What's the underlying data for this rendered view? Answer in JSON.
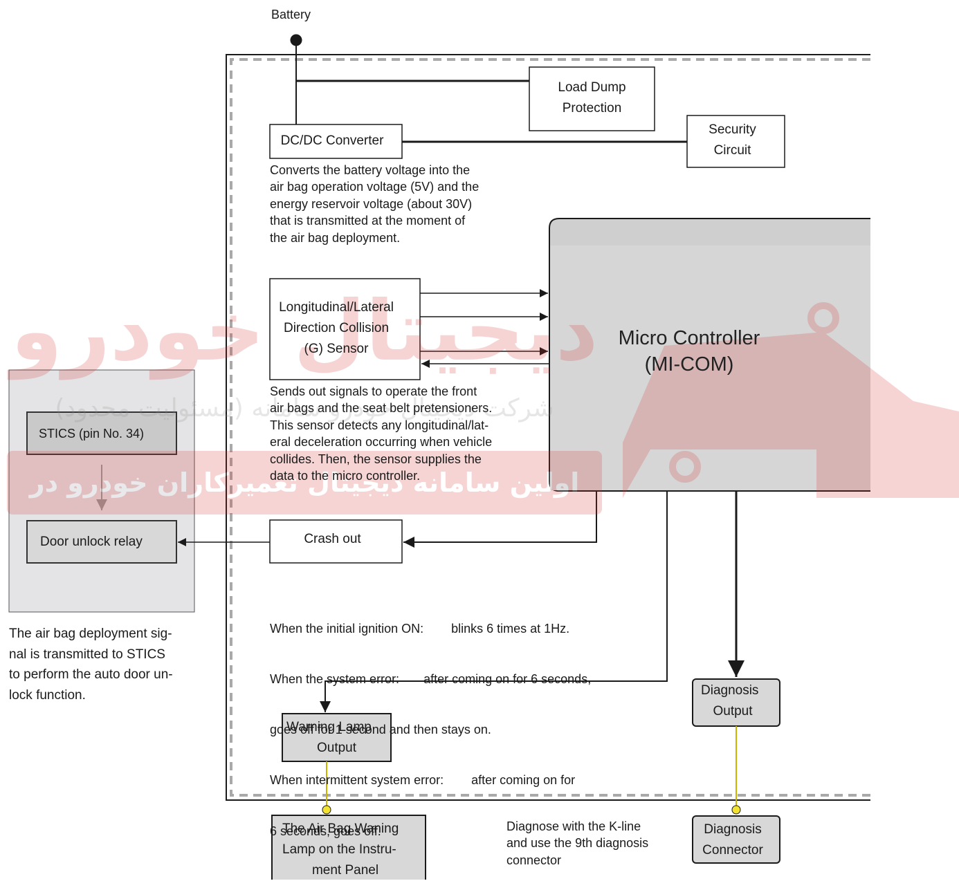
{
  "battery": {
    "label": "Battery"
  },
  "blocks": {
    "load_dump": [
      "Load Dump",
      "Protection"
    ],
    "dcdc": "DC/DC Converter",
    "security": [
      "Security",
      "Circuit"
    ],
    "g_sensor": [
      "Longitudinal/Lateral",
      "Direction Collision",
      "(G) Sensor"
    ],
    "micro_controller": [
      "Micro Controller",
      "(MI-COM)"
    ],
    "crash_out": "Crash out",
    "stics": "STICS (pin No. 34)",
    "door_relay": "Door unlock relay",
    "warning_lamp": [
      "Warning Lamp",
      "Output"
    ],
    "diagnosis_output": [
      "Diagnosis",
      "Output"
    ],
    "airbag_lamp": [
      "The Air Bag Waning",
      "Lamp on the Instru-",
      "ment Panel"
    ],
    "diagnosis_connector": [
      "Diagnosis",
      "Connector"
    ]
  },
  "notes": {
    "dcdc": [
      "Converts the battery voltage into the",
      "air bag operation voltage (5V) and the",
      "energy reservoir voltage (about 30V)",
      "that is transmitted at the moment of",
      "the air bag deployment."
    ],
    "sensor": [
      "Sends out signals to operate the front",
      "air bags and the seat belt pretensioners.",
      "This sensor detects any longitudinal/lat-",
      "eral deceleration occurring when vehicle",
      "collides. Then, the sensor supplies the",
      "data to the micro controller."
    ],
    "warning": [
      "When the initial ignition ON:        blinks 6 times at 1Hz.",
      "When the system error:       after coming on for 6 seconds,",
      "goes off for 1 second and then stays on.",
      "When intermittent system error:        after coming on for",
      "6 seconds, goes off."
    ],
    "stics": [
      "The air bag deployment sig-",
      "nal is transmitted to STICS",
      "to perform the auto door un-",
      "lock function."
    ],
    "kline": [
      "Diagnose with the K-line",
      "and use the 9th diagnosis",
      "connector"
    ]
  },
  "watermark": {
    "line1": "شرکت دیجیتال خودرو سامانه (مسئولیت محدود)",
    "line2": "اولین سامانه دیجیتال تعمیرکاران خودرو در ایران",
    "logo_text": "دیجیتال خودرو",
    "color": "#d9302f"
  },
  "colors": {
    "line": "#1a1a1a",
    "fill_gray": "#d8d8d8",
    "fill_light": "#e4e4e6",
    "micro_fill": "#cfcfcf",
    "dashed": "#a9a9a9",
    "yellow": "#f2e233"
  }
}
